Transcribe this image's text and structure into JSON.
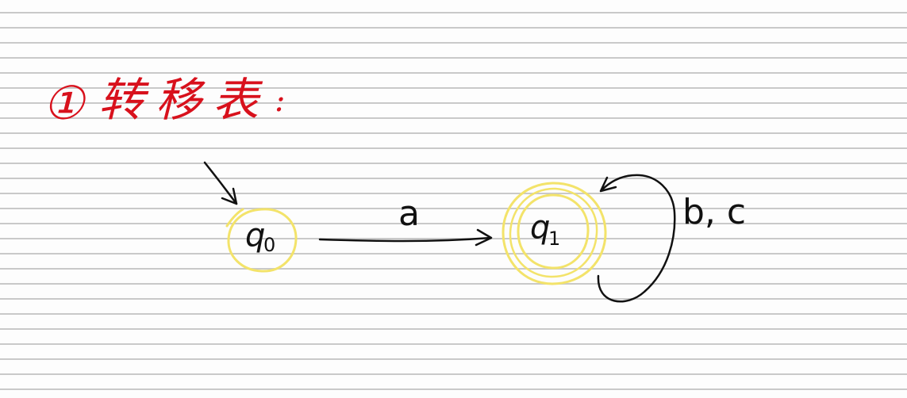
{
  "heading": {
    "number": "①",
    "text": "转移表",
    "colon": ":"
  },
  "states": [
    {
      "id": "q0",
      "main": "q",
      "sub": "0",
      "initial": true,
      "accepting": false
    },
    {
      "id": "q1",
      "main": "q",
      "sub": "1",
      "initial": false,
      "accepting": true
    }
  ],
  "transitions": [
    {
      "from": "q0",
      "to": "q1",
      "label": "a"
    },
    {
      "from": "q1",
      "to": "q1",
      "label": "b, c"
    }
  ],
  "colors": {
    "heading": "#d8111c",
    "ink": "#111111",
    "highlight": "#f3e36a",
    "rule_line": "#c9c9c9",
    "paper": "#fdfdfd"
  }
}
